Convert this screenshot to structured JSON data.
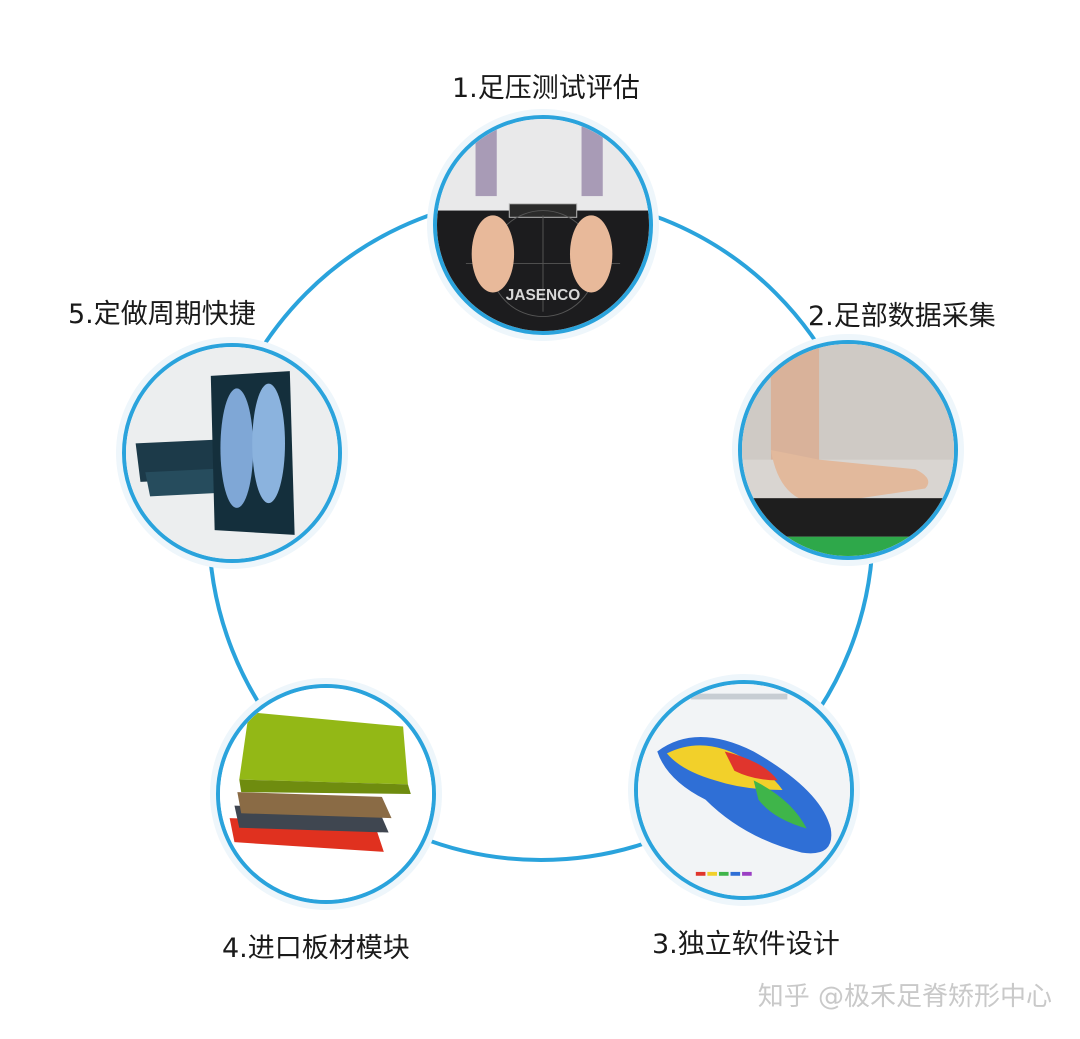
{
  "steps": [
    {
      "label": "1.足压测试评估",
      "image": "foot-pressure-plate",
      "brand": "JASENCO"
    },
    {
      "label": "2.足部数据采集",
      "image": "foot-scan"
    },
    {
      "label": "3.独立软件设计",
      "image": "insole-software-model"
    },
    {
      "label": "4.进口板材模块",
      "image": "material-boards"
    },
    {
      "label": "5.定做周期快捷",
      "image": "insole-mold"
    }
  ],
  "watermark": "知乎 @极禾足脊矫形中心",
  "colors": {
    "ring": "#2aa3dc",
    "text": "#1a1a1a",
    "watermark": "#c9c9c9"
  }
}
